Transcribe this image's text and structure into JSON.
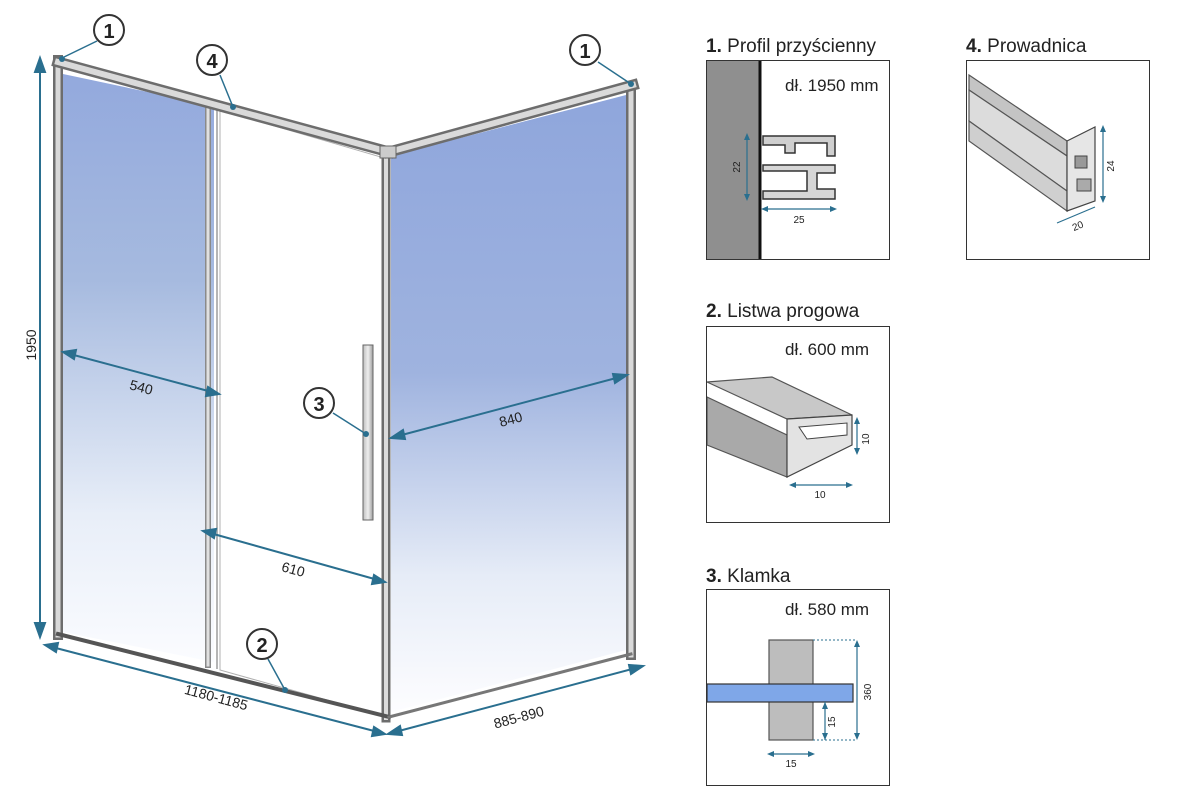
{
  "diagram": {
    "overall_height": "1950",
    "left_width": "1180-1185",
    "right_width": "885-890",
    "fixed_panel_width": "540",
    "door_width": "610",
    "right_opening": "840",
    "markers": [
      "1",
      "1",
      "4",
      "3",
      "2"
    ]
  },
  "parts": [
    {
      "num": "1.",
      "name": "Profil przyścienny",
      "length": "dł. 1950 mm",
      "dims": [
        "22",
        "25"
      ]
    },
    {
      "num": "2.",
      "name": "Listwa progowa",
      "length": "dł. 600 mm",
      "dims": [
        "10",
        "10"
      ]
    },
    {
      "num": "3.",
      "name": "Klamka",
      "length": "dł. 580 mm",
      "dims": [
        "360",
        "15",
        "15"
      ]
    },
    {
      "num": "4.",
      "name": "Prowadnica",
      "length": "",
      "dims": [
        "24",
        "20"
      ]
    }
  ],
  "colors": {
    "glass": "#9db4e0",
    "dimension": "#2a6f8f",
    "frame": "#9a9a9a"
  }
}
